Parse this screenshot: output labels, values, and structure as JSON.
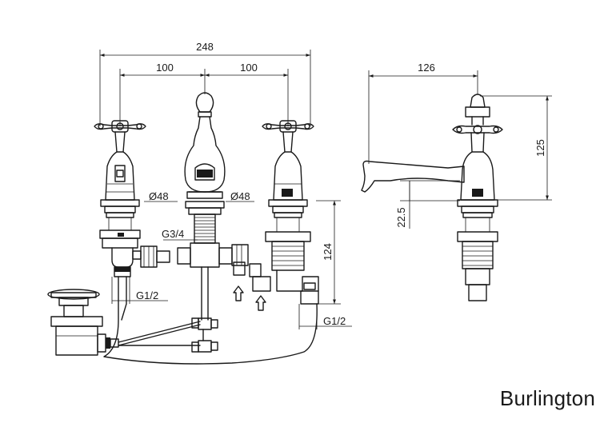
{
  "brand": "Burlington",
  "dimensions": {
    "overall_width": "248",
    "left_spacing": "100",
    "right_spacing": "100",
    "spout_reach": "126",
    "tap_height": "125",
    "spout_clearance": "22.5",
    "deck_height": "124",
    "left_valve_diameter": "Ø48",
    "right_valve_diameter": "Ø48",
    "spout_thread": "G3/4",
    "left_connection": "G1/2",
    "right_connection": "G1/2"
  },
  "icons": [
    "tap-handle-icon",
    "flow-arrow-icon"
  ]
}
